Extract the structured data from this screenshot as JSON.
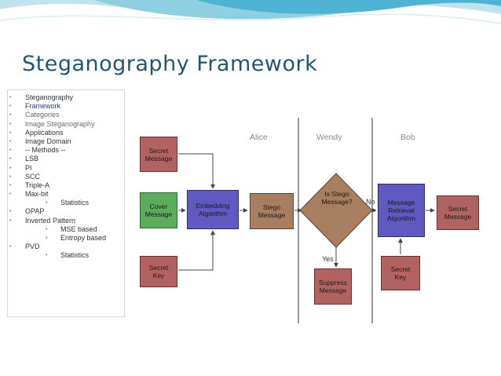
{
  "slide": {
    "title": "Steganography Framework"
  },
  "outline": {
    "items": [
      {
        "label": "Steganography",
        "level": 1,
        "state": "normal"
      },
      {
        "label": "Framework",
        "level": 1,
        "state": "active"
      },
      {
        "label": "Categories",
        "level": 1,
        "state": "dim"
      },
      {
        "label": "Image Steganography",
        "level": 1,
        "state": "dim"
      },
      {
        "label": "Applications",
        "level": 1,
        "state": "normal"
      },
      {
        "label": "Image Domain",
        "level": 1,
        "state": "normal"
      },
      {
        "label": "-- Methods --",
        "level": 1,
        "state": "normal"
      },
      {
        "label": "LSB",
        "level": 1,
        "state": "normal"
      },
      {
        "label": "PI",
        "level": 1,
        "state": "normal"
      },
      {
        "label": "SCC",
        "level": 1,
        "state": "normal"
      },
      {
        "label": "Triple-A",
        "level": 1,
        "state": "normal"
      },
      {
        "label": "Max-bit",
        "level": 1,
        "state": "normal"
      },
      {
        "label": "Statistics",
        "level": 2,
        "state": "normal"
      },
      {
        "label": "OPAP",
        "level": 1,
        "state": "normal"
      },
      {
        "label": "Inverted Pattern",
        "level": 1,
        "state": "normal"
      },
      {
        "label": "MSE based",
        "level": 2,
        "state": "normal"
      },
      {
        "label": "Entropy based",
        "level": 2,
        "state": "normal"
      },
      {
        "label": "PVD",
        "level": 1,
        "state": "normal"
      },
      {
        "label": "Statistics",
        "level": 2,
        "state": "normal"
      }
    ]
  },
  "diagram": {
    "lanes": {
      "alice": "Alice",
      "wendy": "Wendy",
      "bob": "Bob"
    },
    "nodes": {
      "secret_message_in": "Secret\nMessage",
      "cover_message": "Cover\nMessage",
      "secret_key_alice": "Secret\nKey",
      "embedding_algorithm": "Embedding\nAlgorithm",
      "stego_message": "Stego\nMessage",
      "is_stego_message": "Is Stego\nMessage?",
      "suppress_message": "Suppress\nMessage",
      "message_retrieval_algorithm": "Message\nRetrieval\nAlgorithm",
      "secret_key_bob": "Secret\nKey",
      "secret_message_out": "Secret\nMessage"
    },
    "edge_labels": {
      "no": "No",
      "yes": "Yes"
    },
    "colors": {
      "input": "#b36262",
      "cover": "#5dac5d",
      "algorithm": "#6159c2",
      "stego": "#a87e60",
      "lane_line": "#333333"
    }
  }
}
